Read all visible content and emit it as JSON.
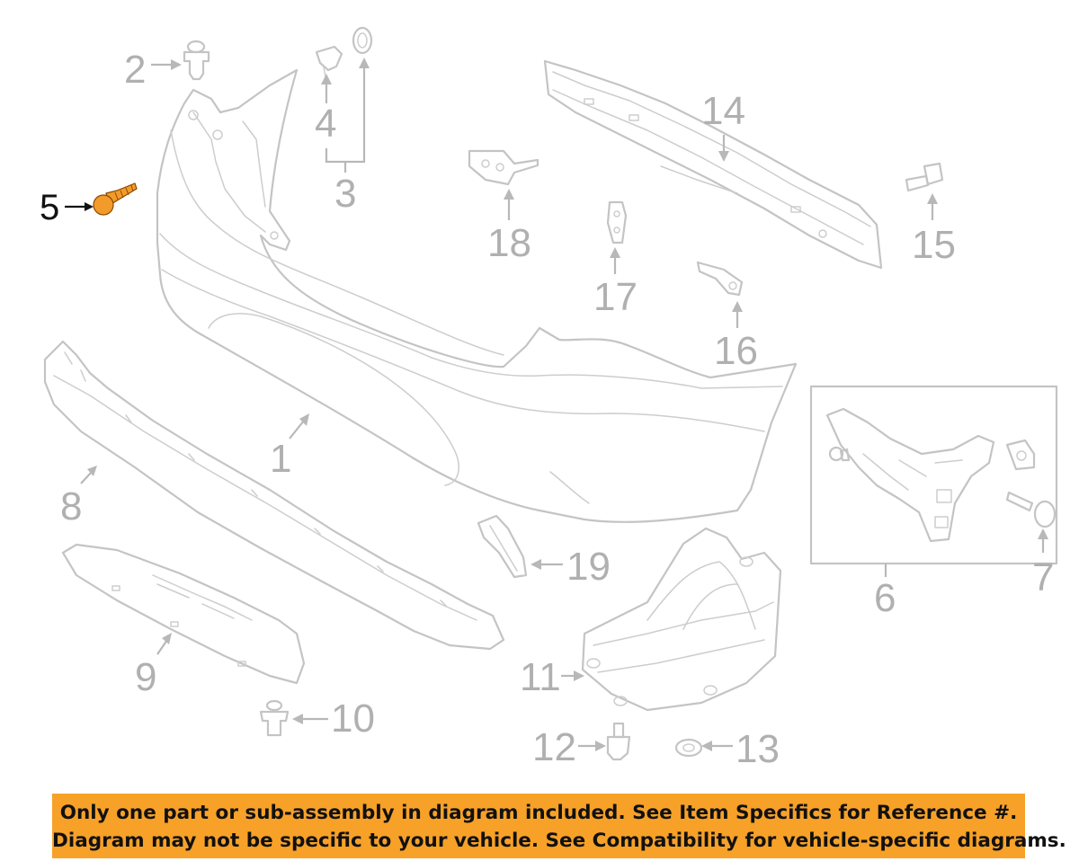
{
  "callouts": {
    "c1": "1",
    "c2": "2",
    "c3": "3",
    "c4": "4",
    "c5": "5",
    "c6": "6",
    "c7": "7",
    "c8": "8",
    "c9": "9",
    "c10": "10",
    "c11": "11",
    "c12": "12",
    "c13": "13",
    "c14": "14",
    "c15": "15",
    "c16": "16",
    "c17": "17",
    "c18": "18",
    "c19": "19"
  },
  "highlighted_part": "5",
  "colors": {
    "banner": "#f7a128",
    "highlight": "#f39b2a",
    "line_art": "#c4c4c4"
  },
  "notice": {
    "line1": "Only one part or sub-assembly in diagram included. See Item Specifics for Reference #.",
    "line2": "Diagram may not be specific to your vehicle. See Compatibility for vehicle-specific diagrams."
  }
}
